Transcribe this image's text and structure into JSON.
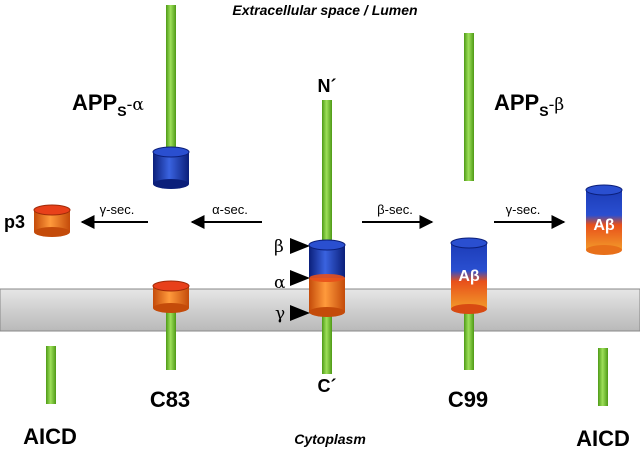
{
  "labels": {
    "extracellular": "Extracellular space / Lumen",
    "cytoplasm": "Cytoplasm",
    "apps_alpha_main": "APP",
    "apps_alpha_sub": "S",
    "apps_alpha_greek": "-α",
    "apps_beta_main": "APP",
    "apps_beta_sub": "S",
    "apps_beta_greek": "-β",
    "n_term": "N´",
    "c_term": "C´",
    "p3": "p3",
    "c83": "C83",
    "c99": "C99",
    "aicd_left": "AICD",
    "aicd_right": "AICD",
    "abeta_center": "Aβ",
    "abeta_right": "Aβ"
  },
  "arrows": {
    "gamma_sec_left": "γ-sec.",
    "alpha_sec": "α-sec.",
    "beta_sec": "β-sec.",
    "gamma_sec_right": "γ-sec."
  },
  "cleavage_sites": {
    "beta": "β",
    "alpha": "α",
    "gamma": "γ"
  },
  "colors": {
    "membrane": "#c8c8c8",
    "stalk": "#6bbf2a",
    "blue_segment": "#1f3fb0",
    "orange_segment": "#e8701a",
    "red_segment": "#d92a1a"
  }
}
